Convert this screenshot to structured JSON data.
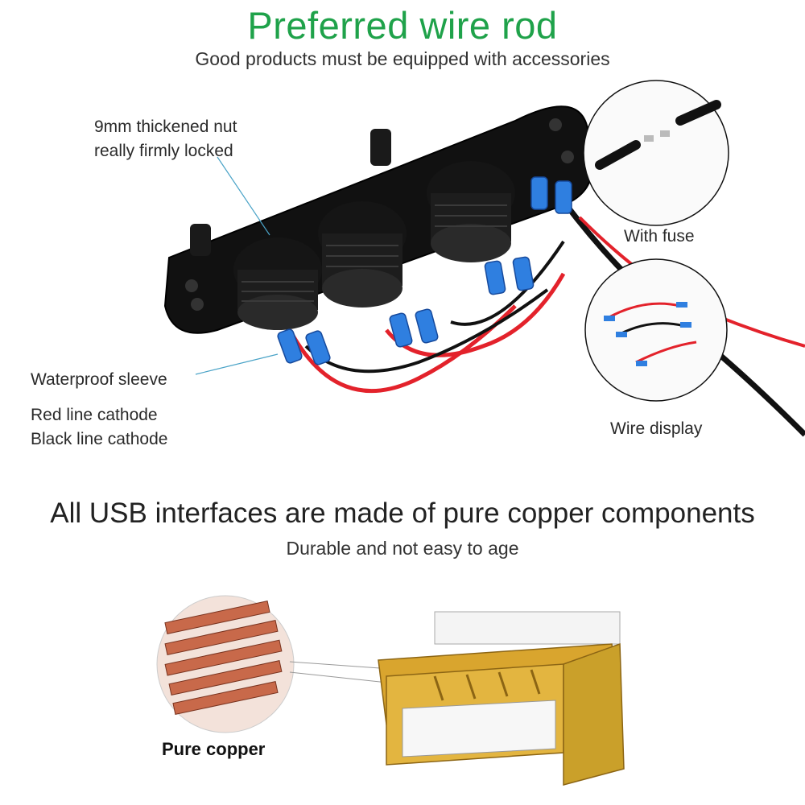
{
  "header": {
    "title": "Preferred wire rod",
    "subtitle": "Good products must be equipped with accessories"
  },
  "callouts": {
    "nut_line1": "9mm thickened nut",
    "nut_line2": "really firmly locked",
    "waterproof": "Waterproof sleeve",
    "red_line": "Red line cathode",
    "black_line": "Black line cathode",
    "fuse": "With fuse",
    "wire_display": "Wire display"
  },
  "section2": {
    "title": "All USB interfaces are made of pure copper components",
    "subtitle": "Durable and not easy to age",
    "copper_label": "Pure copper"
  },
  "colors": {
    "title_green": "#1fa24a",
    "copper": "#c8694a",
    "gold": "#d9a52e",
    "blue_terminal": "#2f7fe0",
    "red_wire": "#e3222b"
  }
}
